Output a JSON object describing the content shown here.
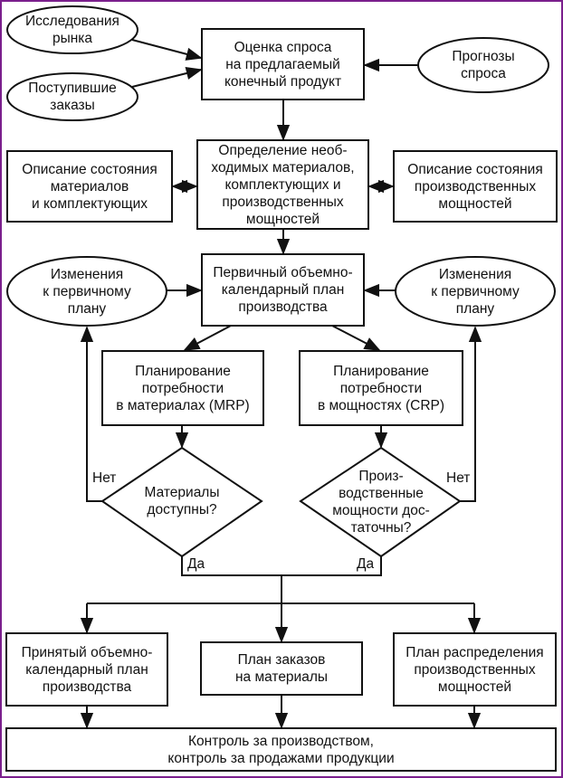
{
  "diagram": {
    "type": "flowchart",
    "colors": {
      "frame": "#7a1f8c",
      "stroke": "#111111",
      "background": "#ffffff"
    },
    "nodes": {
      "market_research": {
        "shape": "ellipse",
        "text": "Исследования\nрынка"
      },
      "received_orders": {
        "shape": "ellipse",
        "text": "Поступившие\nзаказы"
      },
      "demand_estimate": {
        "shape": "box",
        "text": "Оценка спроса\nна предлагаемый\nконечный продукт"
      },
      "demand_forecasts": {
        "shape": "ellipse",
        "text": "Прогнозы\nспроса"
      },
      "requirements": {
        "shape": "box",
        "text": "Определение необ-\nходимых материалов,\nкомплектующих и\nпроизводственных\nмощностей"
      },
      "materials_state": {
        "shape": "box",
        "text": "Описание состояния\nматериалов\nи комплектующих"
      },
      "capacity_state": {
        "shape": "box",
        "text": "Описание состояния\nпроизводственных\nмощностей"
      },
      "primary_plan": {
        "shape": "box",
        "text": "Первичный объемно-\nкалендарный план\nпроизводства"
      },
      "changes_left": {
        "shape": "ellipse",
        "text": "Изменения\nк первичному\nплану"
      },
      "changes_right": {
        "shape": "ellipse",
        "text": "Изменения\nк первичному\nплану"
      },
      "mrp": {
        "shape": "box",
        "text": "Планирование\nпотребности\nв материалах (MRP)"
      },
      "crp": {
        "shape": "box",
        "text": "Планирование\nпотребности\nв мощностях (CRP)"
      },
      "materials_available": {
        "shape": "diamond",
        "text": "Материалы\nдоступны?"
      },
      "capacity_sufficient": {
        "shape": "diamond",
        "text": "Произ-\nводственные\nмощности дос-\nтаточны?"
      },
      "accepted_plan": {
        "shape": "box",
        "text": "Принятый объемно-\nкалендарный план\nпроизводства"
      },
      "material_orders": {
        "shape": "box",
        "text": "План заказов\nна материалы"
      },
      "capacity_plan": {
        "shape": "box",
        "text": "План распределения\nпроизводственных\nмощностей"
      },
      "control": {
        "shape": "box",
        "text": "Контроль за производством,\nконтроль за продажами продукции"
      }
    },
    "edge_labels": {
      "no_left": "Нет",
      "no_right": "Нет",
      "yes_left": "Да",
      "yes_right": "Да"
    },
    "edges": [
      {
        "from": "market_research",
        "to": "demand_estimate"
      },
      {
        "from": "received_orders",
        "to": "demand_estimate"
      },
      {
        "from": "demand_forecasts",
        "to": "demand_estimate"
      },
      {
        "from": "demand_estimate",
        "to": "requirements"
      },
      {
        "from": "materials_state",
        "to": "requirements",
        "bidirectional": true
      },
      {
        "from": "capacity_state",
        "to": "requirements",
        "bidirectional": true
      },
      {
        "from": "requirements",
        "to": "primary_plan"
      },
      {
        "from": "changes_left",
        "to": "primary_plan"
      },
      {
        "from": "changes_right",
        "to": "primary_plan"
      },
      {
        "from": "primary_plan",
        "to": "mrp"
      },
      {
        "from": "primary_plan",
        "to": "crp"
      },
      {
        "from": "mrp",
        "to": "materials_available"
      },
      {
        "from": "crp",
        "to": "capacity_sufficient"
      },
      {
        "from": "materials_available",
        "to": "changes_left",
        "label": "Нет"
      },
      {
        "from": "capacity_sufficient",
        "to": "changes_right",
        "label": "Нет"
      },
      {
        "from": "materials_available",
        "to": "accepted_plan",
        "label": "Да"
      },
      {
        "from": "materials_available",
        "to": "material_orders",
        "label": "Да"
      },
      {
        "from": "materials_available",
        "to": "capacity_plan",
        "label": "Да"
      },
      {
        "from": "capacity_sufficient",
        "to": "accepted_plan",
        "label": "Да"
      },
      {
        "from": "capacity_sufficient",
        "to": "material_orders",
        "label": "Да"
      },
      {
        "from": "capacity_sufficient",
        "to": "capacity_plan",
        "label": "Да"
      },
      {
        "from": "accepted_plan",
        "to": "control"
      },
      {
        "from": "material_orders",
        "to": "control"
      },
      {
        "from": "capacity_plan",
        "to": "control"
      }
    ]
  }
}
